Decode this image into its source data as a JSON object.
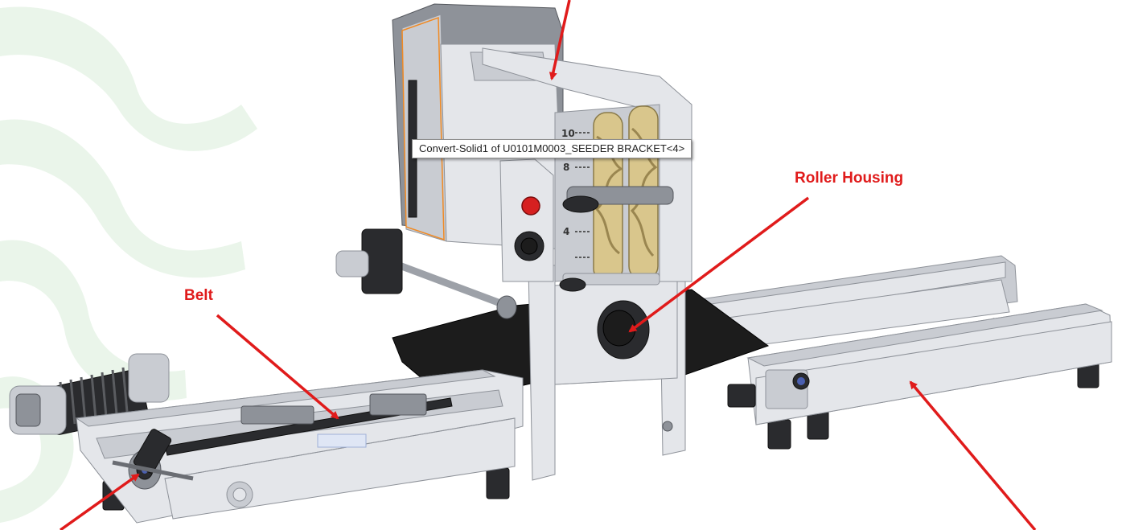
{
  "labels": {
    "belt": "Belt",
    "roller_housing": "Roller Housing"
  },
  "tooltip": {
    "text": "Convert-Solid1 of U0101M0003_SEEDER BRACKET<4>"
  },
  "scale_marks": [
    "10",
    "8",
    "4"
  ],
  "colors": {
    "arrow": "#e01b1b",
    "label": "#e01b1b",
    "metal_light": "#e4e6ea",
    "metal_mid": "#c9ccd2",
    "metal_dark": "#8e9299",
    "tray": "#1c1c1c",
    "roller": "#d9c68c",
    "selection": "#f08a24",
    "background_logo": "#eaf5ea",
    "button_red": "#d62020"
  }
}
